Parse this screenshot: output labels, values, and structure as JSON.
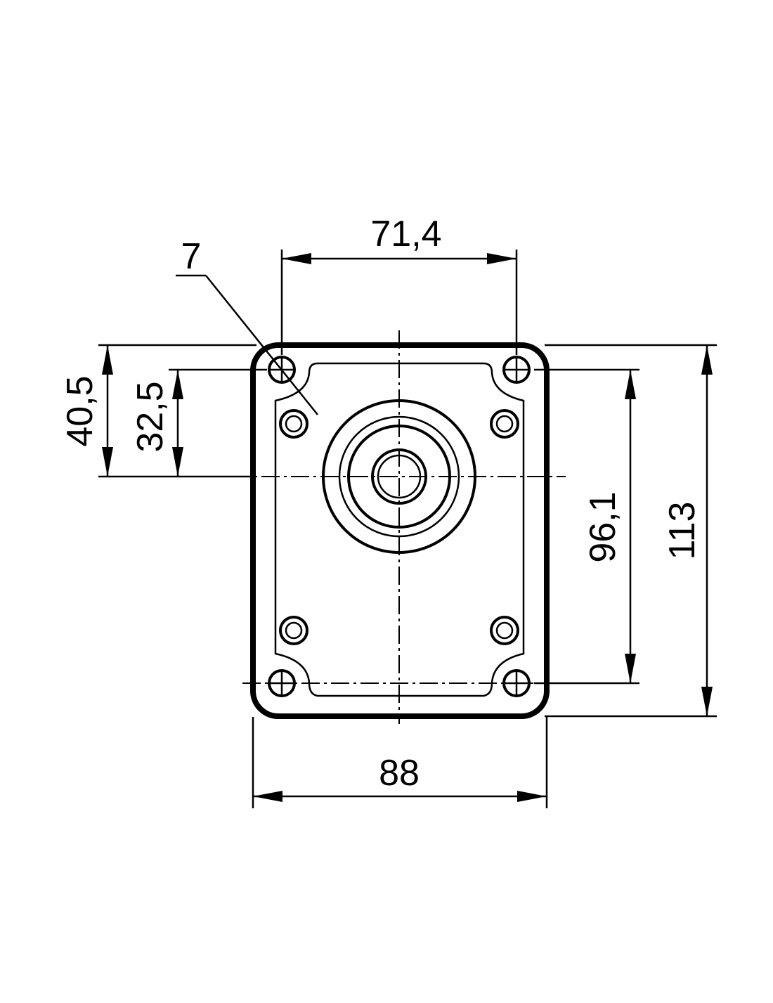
{
  "dimensions": {
    "top_width": "71,4",
    "bottom_width": "88",
    "left_outer": "40,5",
    "left_inner": "32,5",
    "right_inner": "96,1",
    "right_outer": "113",
    "callout": "7"
  }
}
